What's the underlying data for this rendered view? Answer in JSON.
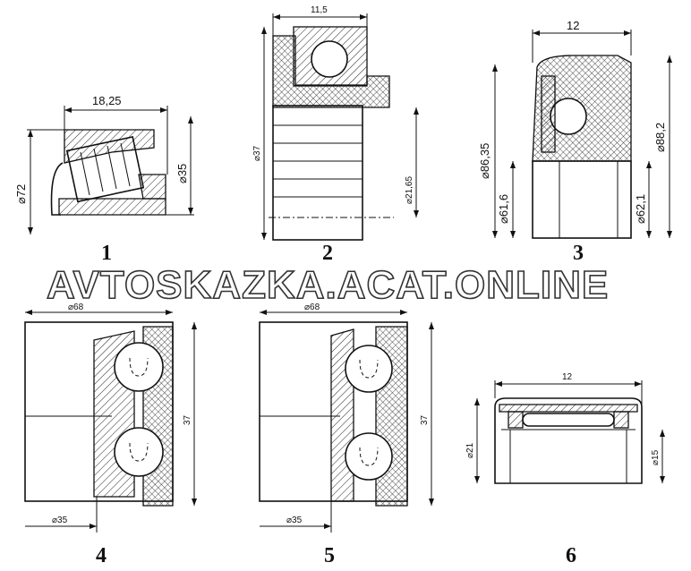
{
  "watermark": "AVTOSKAZKA.ACAT.ONLINE",
  "bearings": [
    {
      "number": "1",
      "dims": {
        "width": "18,25",
        "outer": "⌀72",
        "inner": "⌀35"
      }
    },
    {
      "number": "2",
      "dims": {
        "width": "11,5",
        "outer": "⌀37",
        "inner": "⌀21,65"
      }
    },
    {
      "number": "3",
      "dims": {
        "width": "12",
        "d1": "⌀86,35",
        "d2": "⌀88,2",
        "d3": "⌀61,6",
        "d4": "⌀62,1"
      }
    },
    {
      "number": "4",
      "dims": {
        "outer": "⌀68",
        "width": "37",
        "inner": "⌀35"
      }
    },
    {
      "number": "5",
      "dims": {
        "outer": "⌀68",
        "width": "37",
        "inner": "⌀35"
      }
    },
    {
      "number": "6",
      "dims": {
        "width": "12",
        "outer": "⌀21",
        "inner": "⌀15"
      }
    }
  ]
}
